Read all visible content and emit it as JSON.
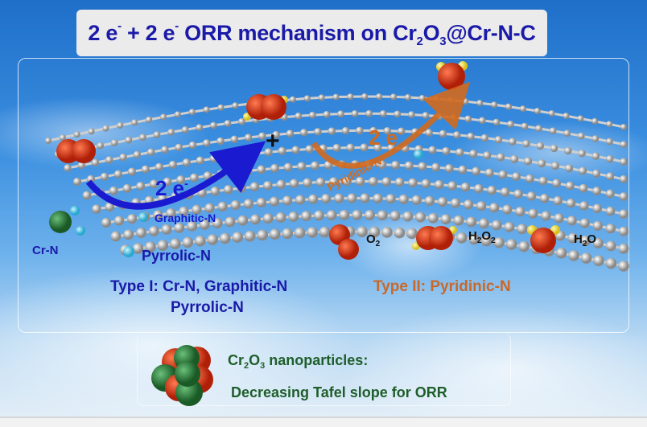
{
  "title": {
    "segments": [
      "2 e",
      "-",
      " + 2 e",
      "-",
      " ORR mechanism on Cr",
      "2",
      "O",
      "3",
      "@Cr-N-C"
    ]
  },
  "arrows": {
    "type1": {
      "electrons": "2 e",
      "charge": "-",
      "site": "Graphitic-N",
      "color": "#1a1ad0"
    },
    "type2": {
      "electrons": "2 e",
      "charge": "-",
      "site": "Pyridinic-N",
      "color": "#d26a1e"
    },
    "plus": "+"
  },
  "sites": {
    "cr_n": "Cr-N",
    "pyrrolic_n": "Pyrrolic-N"
  },
  "legend": {
    "o2": {
      "base": "O",
      "sub": "2"
    },
    "h2o2": {
      "h": "H",
      "sub1": "2",
      "o": "O",
      "sub2": "2"
    },
    "h2o": {
      "h": "H",
      "sub": "2",
      "o": "O"
    }
  },
  "types": {
    "type1_line1": "Type I: Cr-N,  Graphitic-N",
    "type1_line2": "Pyrrolic-N",
    "type2": "Type II: Pyridinic-N"
  },
  "nanoparticles": {
    "cr": "Cr",
    "sub1": "2",
    "o": "O",
    "sub2": "3",
    "rest": " nanoparticles:",
    "line2": "Decreasing Tafel slope for ORR"
  },
  "colors": {
    "blue_text": "#1a1aa8",
    "orange_text": "#c8692a",
    "green_text": "#1e5e2a",
    "oxygen": "#d83a1a",
    "hydrogen": "#f2e04a",
    "nitrogen": "#48c8e8",
    "chromium": "#2a8a3a",
    "carbon": "#d8d8d8"
  }
}
